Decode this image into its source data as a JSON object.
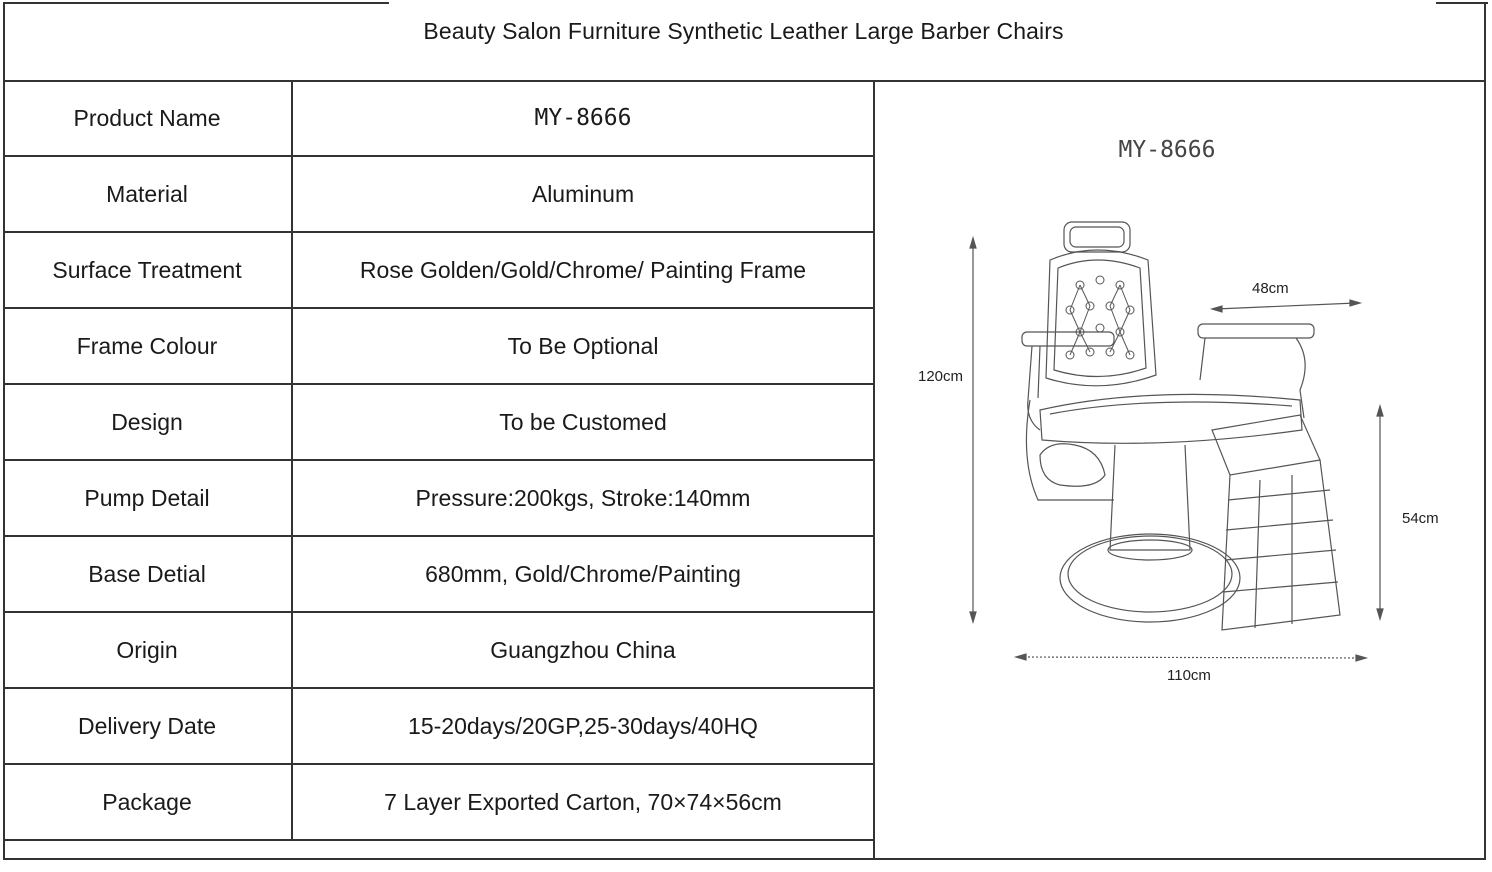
{
  "title": "Beauty Salon Furniture Synthetic Leather Large Barber Chairs",
  "specs": [
    {
      "label": "Product Name",
      "value": "MY-8666"
    },
    {
      "label": "Material",
      "value": "Aluminum"
    },
    {
      "label": "Surface Treatment",
      "value": "Rose Golden/Gold/Chrome/ Painting Frame"
    },
    {
      "label": "Frame Colour",
      "value": "To Be Optional"
    },
    {
      "label": "Design",
      "value": "To be Customed"
    },
    {
      "label": "Pump Detail",
      "value": "Pressure:200kgs, Stroke:140mm"
    },
    {
      "label": "Base Detial",
      "value": "680mm, Gold/Chrome/Painting"
    },
    {
      "label": "Origin",
      "value": "Guangzhou China"
    },
    {
      "label": "Delivery Date",
      "value": "15-20days/20GP,25-30days/40HQ"
    },
    {
      "label": "Package",
      "value": "7 Layer Exported Carton, 70×74×56cm"
    }
  ],
  "drawing": {
    "model": "MY-8666",
    "height_dim": "120cm",
    "arm_width_dim": "48cm",
    "seat_height_dim": "54cm",
    "length_dim": "110cm"
  }
}
